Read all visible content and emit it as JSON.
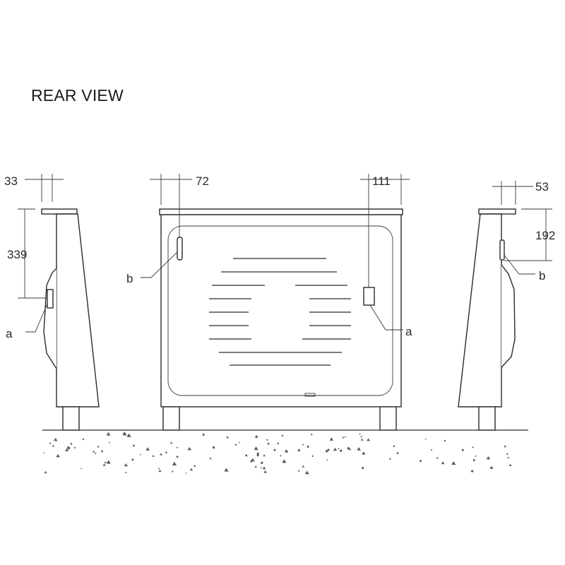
{
  "title": "REAR VIEW",
  "dimensions": {
    "left_top_offset": "33",
    "left_height": "339",
    "center_left_offset": "72",
    "center_right_offset": "111",
    "right_top_offset": "53",
    "right_height": "192"
  },
  "labels": {
    "a_left": "a",
    "b_center": "b",
    "a_center": "a",
    "b_right": "b"
  }
}
